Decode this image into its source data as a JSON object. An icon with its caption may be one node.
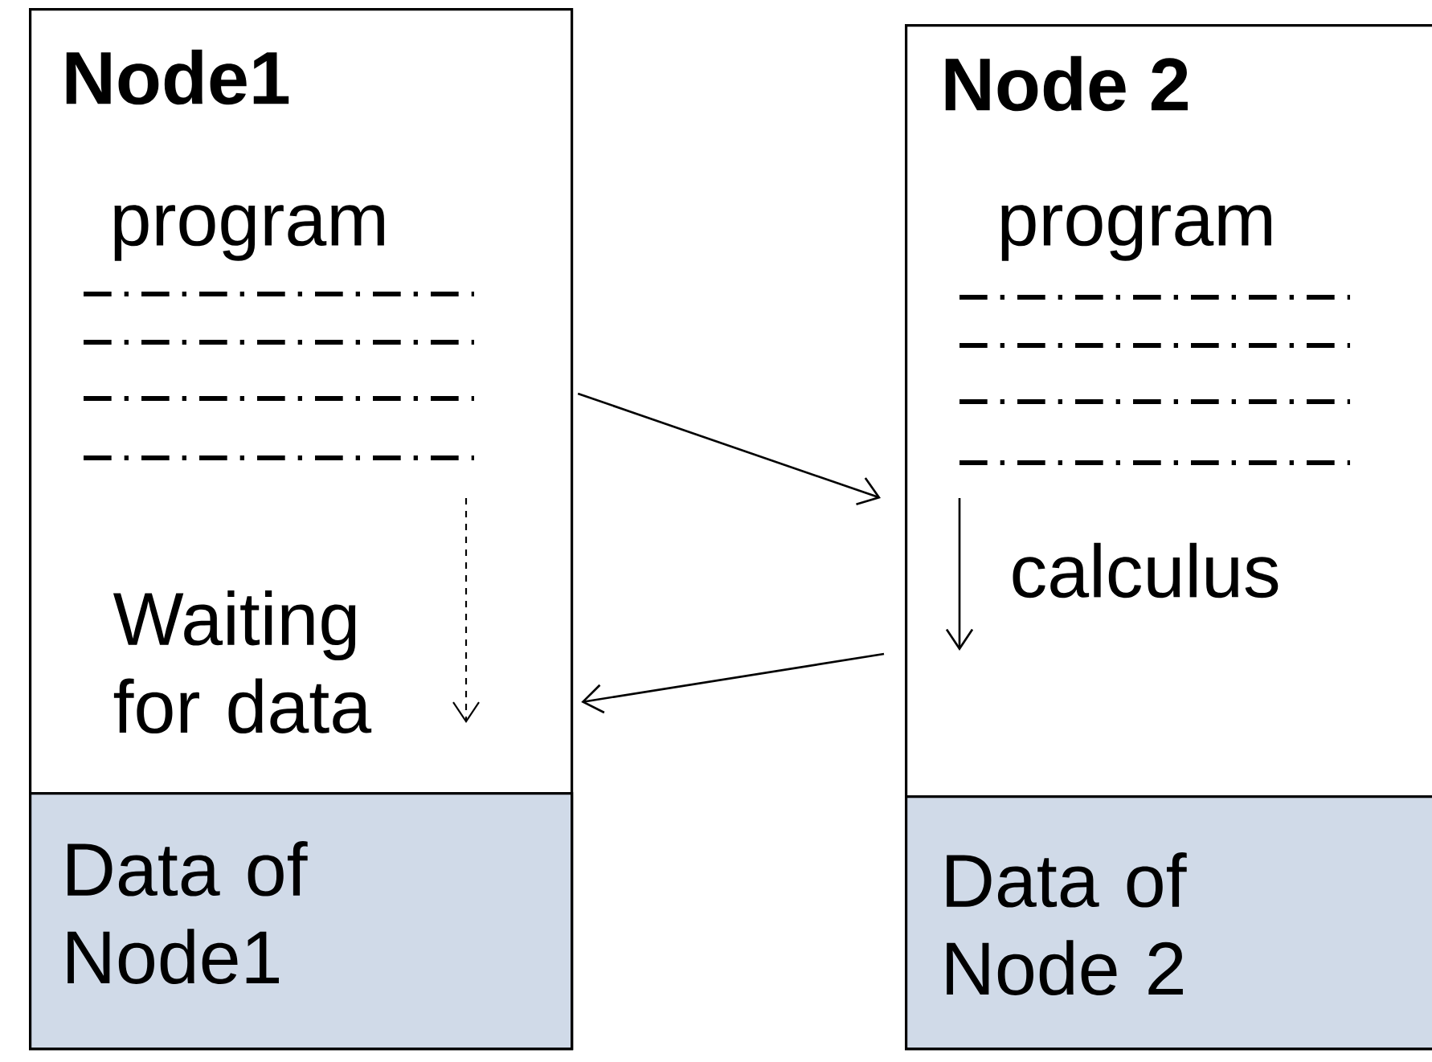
{
  "diagram": {
    "nodes": [
      {
        "text": [
          "Node1",
          "program",
          "Waiting for data"
        ]
      },
      {
        "text": [
          "Data of Node1"
        ],
        "in": 0
      },
      {
        "text": [
          "Node 2",
          "program",
          "calculus"
        ]
      },
      {
        "text": [
          "Data of Node 2"
        ],
        "in": 2
      }
    ],
    "edges": [
      {
        "from": 0,
        "to": 2,
        "arrow": "to"
      },
      {
        "from": 2,
        "to": 0,
        "arrow": "to"
      }
    ]
  }
}
